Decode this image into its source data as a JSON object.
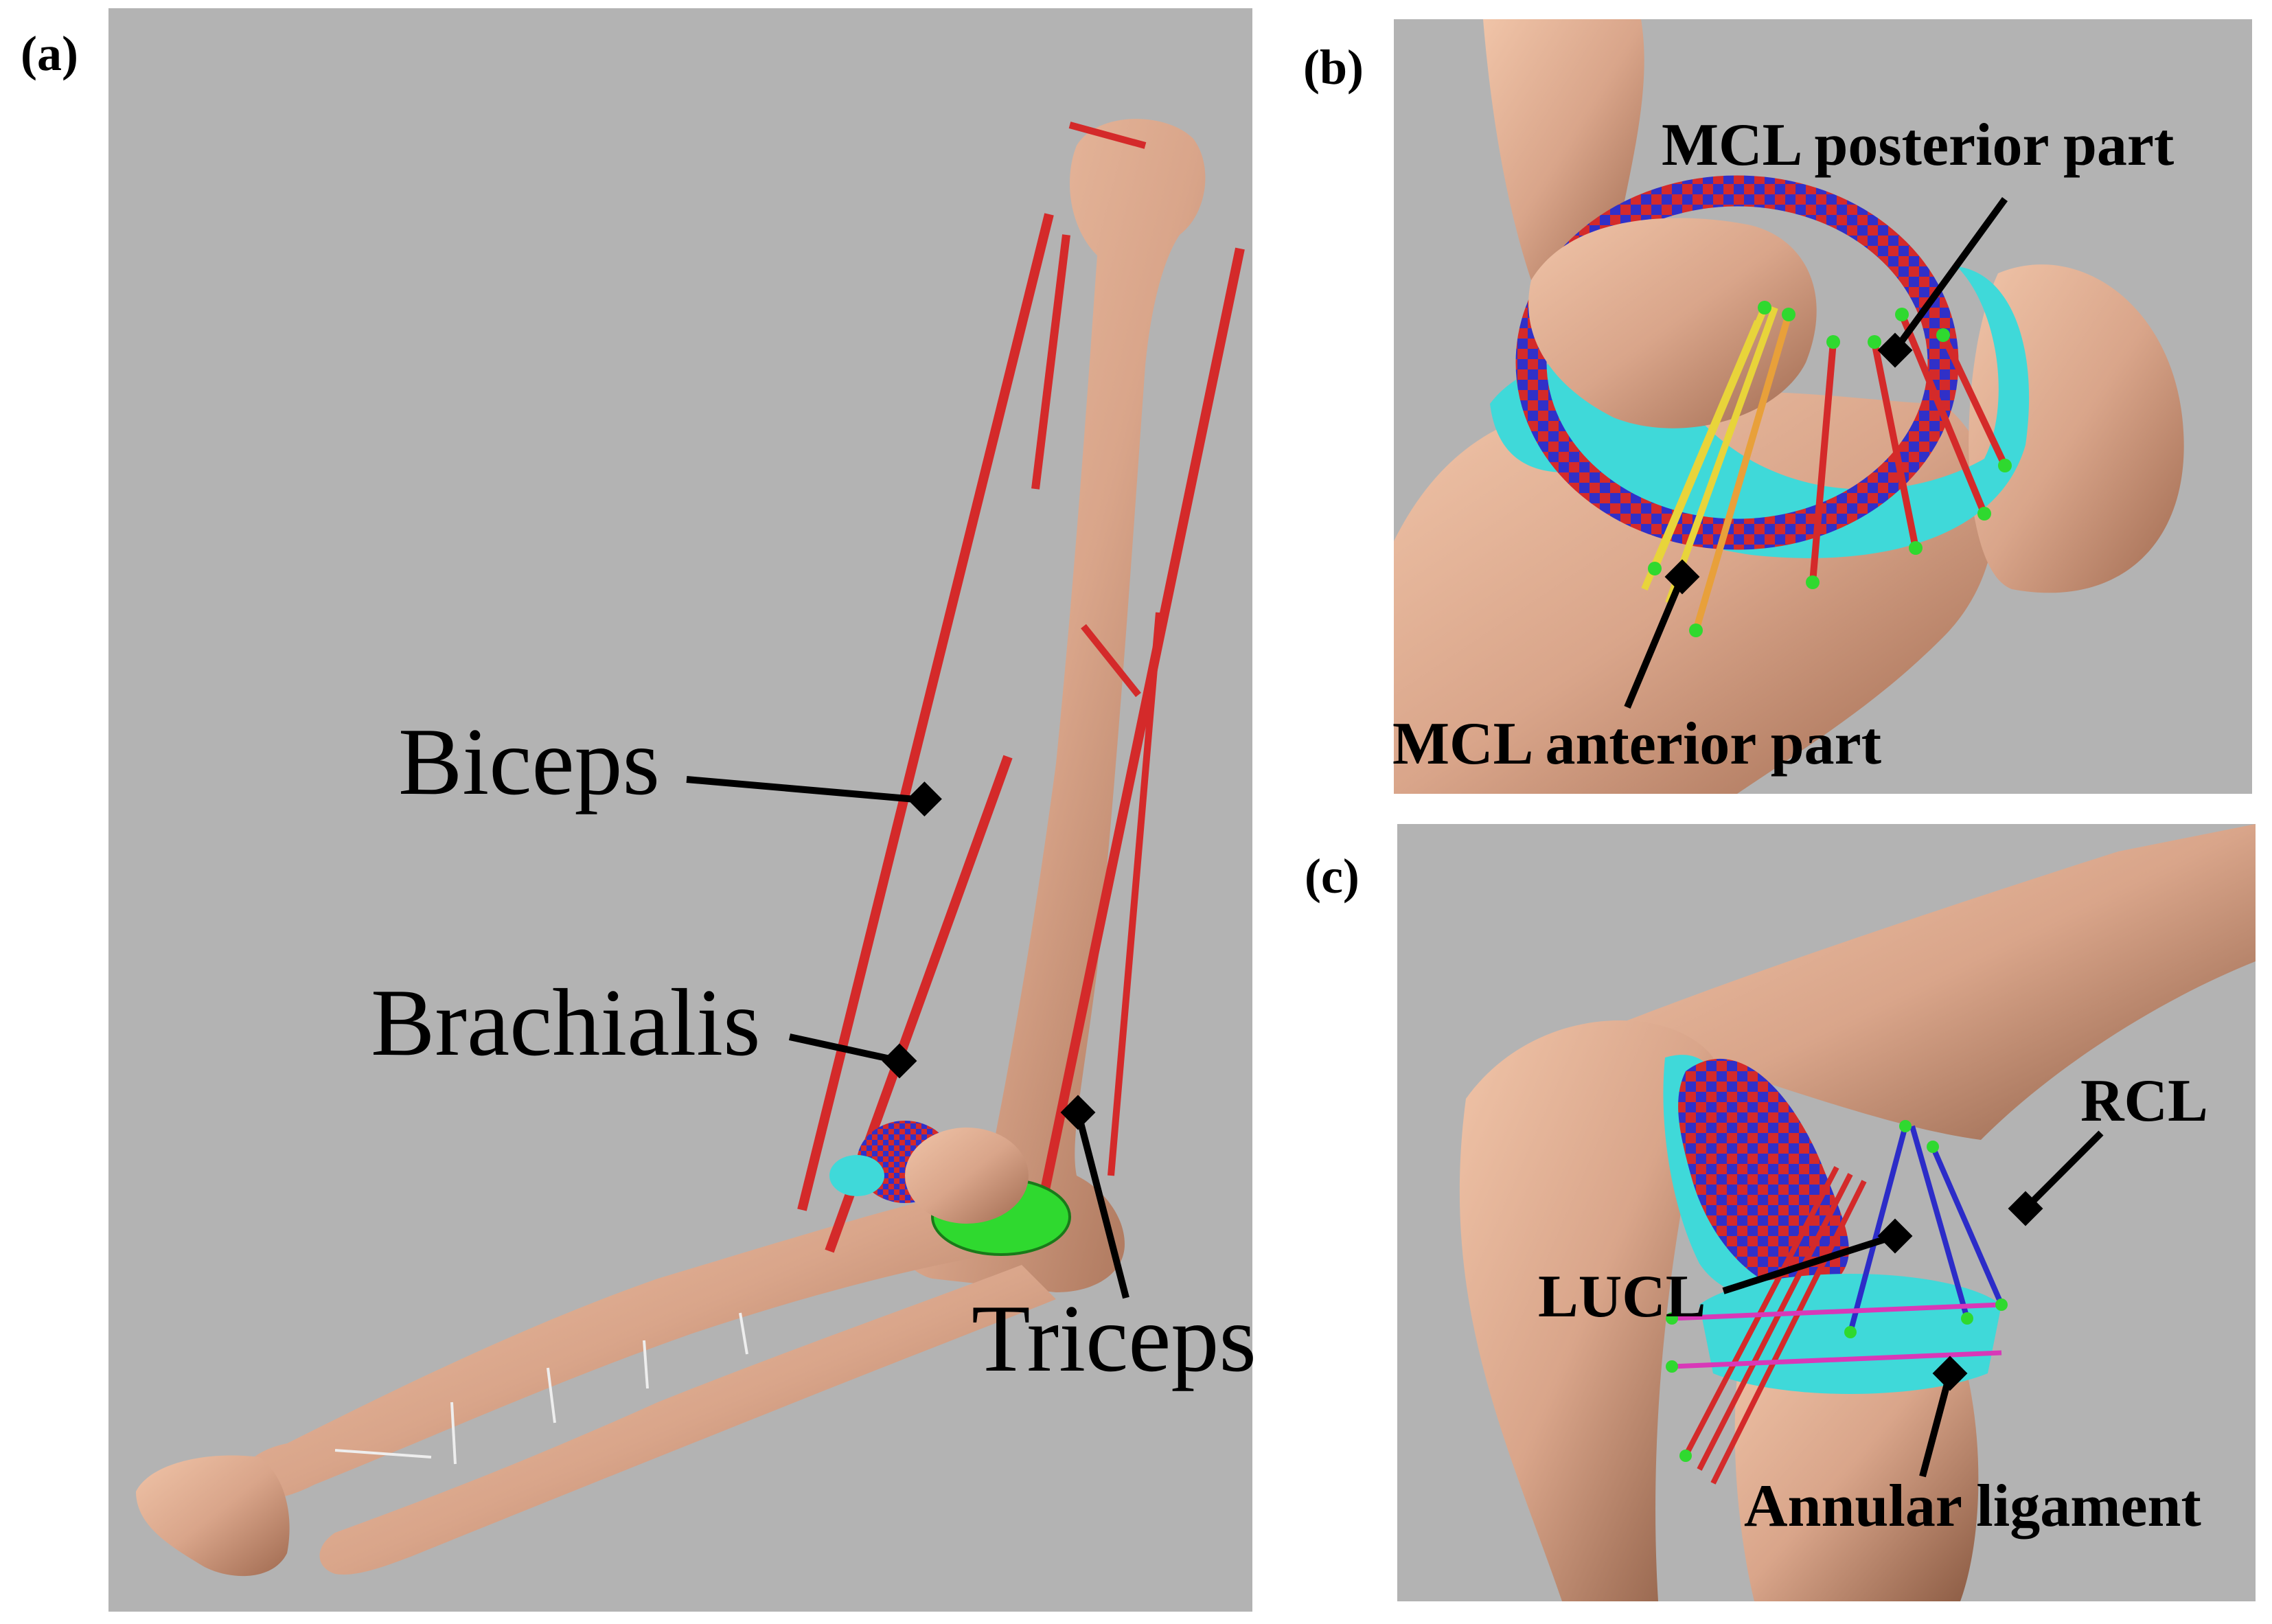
{
  "panels": {
    "a": {
      "letter": "(a)",
      "labels": {
        "biceps": "Biceps",
        "brachialis": "Brachialis",
        "triceps": "Triceps"
      }
    },
    "b": {
      "letter": "(b)",
      "labels": {
        "mcl_posterior": "MCL posterior part",
        "mcl_anterior": "MCL anterior part"
      }
    },
    "c": {
      "letter": "(c)",
      "labels": {
        "rcl": "RCL",
        "lucl": "LUCL",
        "annular": "Annular ligament"
      }
    }
  },
  "colors": {
    "background": "#b3b3b3",
    "bone": "#d9a58a",
    "muscle": "#d42a2a",
    "cartilage": "#3fd9d9",
    "ligament_yellow": "#e8d43a",
    "ligament_blue": "#2c2cc8",
    "ligament_magenta": "#d838b8",
    "marker": "#2fd92f",
    "checker_red": "#d42a2a",
    "checker_blue": "#3030c8"
  }
}
